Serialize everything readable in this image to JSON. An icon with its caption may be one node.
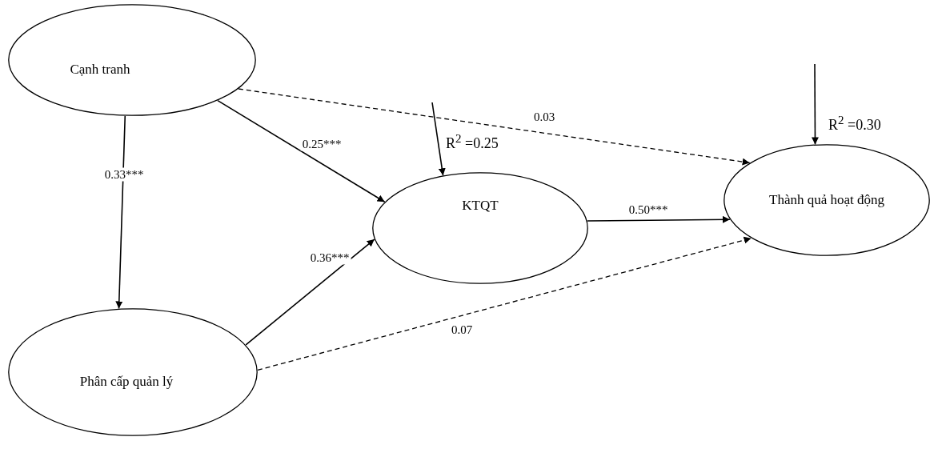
{
  "diagram": {
    "nodes": [
      {
        "text": [
          "Cạnh tranh"
        ]
      },
      {
        "text": [
          "KTQT"
        ]
      },
      {
        "text": [
          "Thành quả hoạt động"
        ]
      },
      {
        "text": [
          "Phân cấp quản lý"
        ]
      }
    ],
    "edges": [
      {
        "from": 0,
        "to": 1,
        "arrow": "to",
        "label": "0.25***"
      },
      {
        "from": 0,
        "to": 2,
        "arrow": "to",
        "label": "0.03",
        "style": "dashed"
      },
      {
        "from": 0,
        "to": 3,
        "arrow": "to",
        "label": "0.33***"
      },
      {
        "from": 3,
        "to": 1,
        "arrow": "to",
        "label": "0.36***"
      },
      {
        "from": 1,
        "to": 2,
        "arrow": "to",
        "label": "0.50***"
      },
      {
        "from": 3,
        "to": 2,
        "arrow": "to",
        "label": "0.07",
        "style": "dashed"
      },
      {
        "from": null,
        "to": 1,
        "arrow": "to"
      },
      {
        "from": null,
        "to": 2,
        "arrow": "to"
      }
    ],
    "labels": [
      "R$^{2}$ =0.25",
      "R$^{2}$ =0.30"
    ]
  }
}
